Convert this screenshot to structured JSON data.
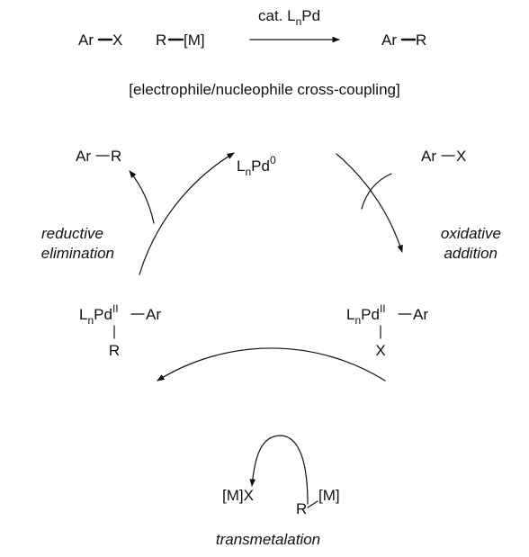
{
  "scheme": {
    "reactant_1": "Ar−X",
    "reactant_2_left": "R",
    "reactant_2_right": "[M]",
    "reagent_prefix": "cat. L",
    "reagent_sub": "n",
    "reagent_suffix": "Pd",
    "product": "Ar−R",
    "caption": "[electrophile/nucleophile cross-coupling]"
  },
  "cycle": {
    "catalyst": {
      "l": "L",
      "sub": "n",
      "pd": "Pd",
      "sup": "0"
    },
    "oxidative_addition": {
      "line1": "oxidative",
      "line2": "addition"
    },
    "reductive_elimination": {
      "line1": "reductive",
      "line2": "elimination"
    },
    "transmetalation": "transmetalation",
    "product_out": "Ar−R",
    "reactant_in": "Ar−X",
    "intermediate_right": {
      "l": "L",
      "sub": "n",
      "pd": "Pd",
      "sup": "II",
      "ar": "Ar",
      "below": "X"
    },
    "intermediate_left": {
      "l": "L",
      "sub": "n",
      "pd": "Pd",
      "sup": "II",
      "ar": "Ar",
      "below": "R"
    },
    "byproduct": "[M]X",
    "nucleophile": {
      "r": "R",
      "m": "[M]"
    }
  }
}
